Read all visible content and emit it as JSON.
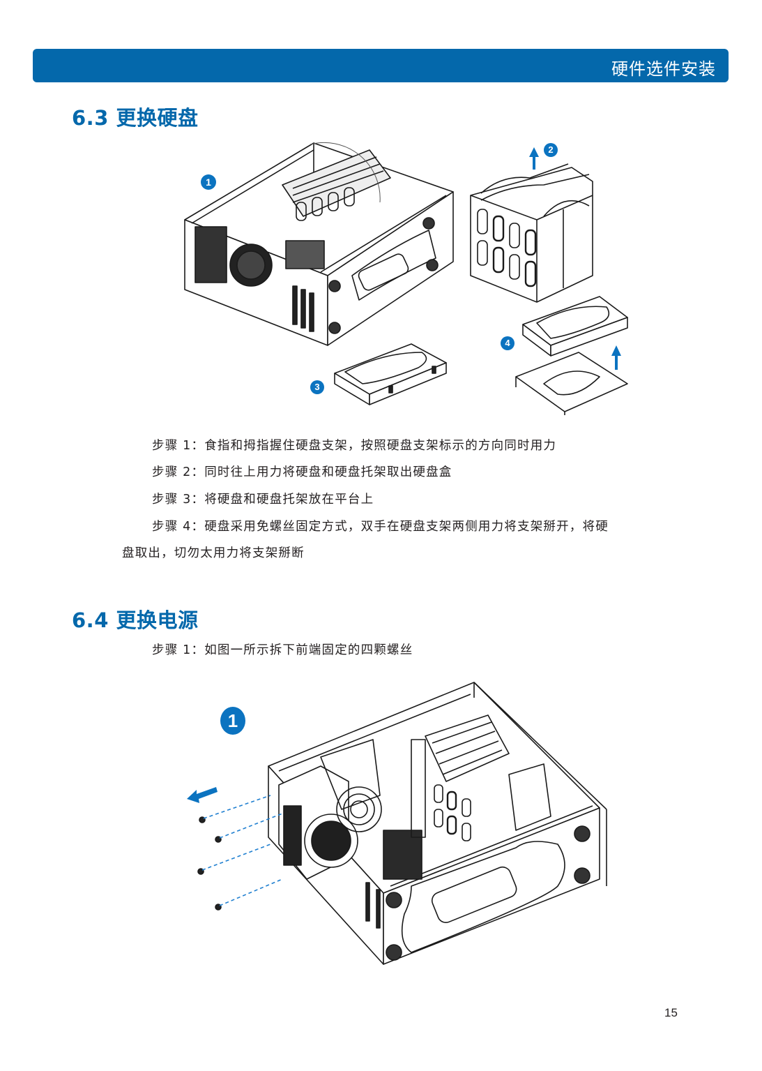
{
  "header": {
    "chapter_title": "硬件选件安装",
    "color": "#0468ab"
  },
  "section_6_3": {
    "title": "6.3 更换硬盘",
    "figure": {
      "callouts": [
        "1",
        "2",
        "3",
        "4"
      ],
      "description": "Exploded illustration: open chassis, removing drive cage, drive with tray, drive being lifted from tool-less tray"
    },
    "steps": [
      "步骤 1：食指和拇指握住硬盘支架，按照硬盘支架标示的方向同时用力",
      "步骤 2：同时往上用力将硬盘和硬盘托架取出硬盘盒",
      "步骤 3：将硬盘和硬盘托架放在平台上",
      "步骤 4：硬盘采用免螺丝固定方式，双手在硬盘支架两侧用力将支架掰开，将硬"
    ],
    "step4_continuation": "盘取出，切勿太用力将支架掰断"
  },
  "section_6_4": {
    "title": "6.4 更换电源",
    "steps": [
      "步骤 1：如图一所示拆下前端固定的四颗螺丝"
    ],
    "figure": {
      "callouts": [
        "1"
      ],
      "description": "Open chassis with four screws removed from the power supply end, arrow indicating removal direction"
    }
  },
  "footer": {
    "page_number": "15"
  },
  "colors": {
    "accent": "#0468ab",
    "badge": "#0b73c0",
    "text": "#231f20",
    "line_art": "#1a1a1a"
  }
}
